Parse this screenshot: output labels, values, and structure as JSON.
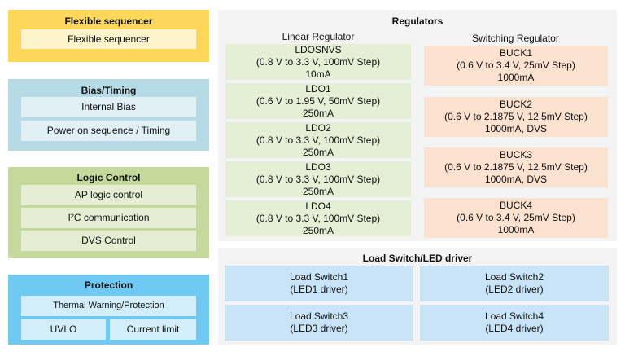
{
  "flexible_sequencer": {
    "title": "Flexible sequencer",
    "item": "Flexible sequencer"
  },
  "bias_timing": {
    "title": "Bias/Timing",
    "items": [
      "Internal Bias",
      "Power on sequence / Timing"
    ]
  },
  "logic_control": {
    "title": "Logic Control",
    "items": [
      "AP logic control",
      "I²C communication",
      "DVS Control"
    ]
  },
  "protection": {
    "title": "Protection",
    "items": [
      "Thermal Warning/Protection",
      "UVLO",
      "Current limit"
    ]
  },
  "regulators": {
    "title": "Regulators",
    "linear_header": "Linear Regulator",
    "switching_header": "Switching Regulator",
    "linear": [
      {
        "name": "LDOSNVS",
        "range": "(0.8 V to 3.3 V, 100mV Step)",
        "current": "10mA"
      },
      {
        "name": "LDO1",
        "range": "(0.6 V to 1.95 V, 50mV Step)",
        "current": "250mA"
      },
      {
        "name": "LDO2",
        "range": "(0.8 V to 3.3 V, 100mV Step)",
        "current": "250mA"
      },
      {
        "name": "LDO3",
        "range": "(0.8 V to 3.3 V, 100mV Step)",
        "current": "250mA"
      },
      {
        "name": "LDO4",
        "range": "(0.8 V to 3.3 V, 100mV Step)",
        "current": "250mA"
      }
    ],
    "switching": [
      {
        "name": "BUCK1",
        "range": "(0.6 V to 3.4 V, 25mV Step)",
        "current": "1000mA"
      },
      {
        "name": "BUCK2",
        "range": "(0.6 V to 2.1875 V, 12.5mV Step)",
        "current": "1000mA, DVS"
      },
      {
        "name": "BUCK3",
        "range": "(0.6 V to 2.1875 V, 12.5mV Step)",
        "current": "1000mA, DVS"
      },
      {
        "name": "BUCK4",
        "range": "(0.6 V to 3.4 V, 25mV Step)",
        "current": "1000mA"
      }
    ]
  },
  "load_switch": {
    "title": "Load Switch/LED driver",
    "switches": [
      {
        "name": "Load Switch1",
        "sub": "(LED1 driver)"
      },
      {
        "name": "Load Switch2",
        "sub": "(LED2 driver)"
      },
      {
        "name": "Load Switch3",
        "sub": "(LED3 driver)"
      },
      {
        "name": "Load Switch4",
        "sub": "(LED4 driver)"
      }
    ]
  }
}
